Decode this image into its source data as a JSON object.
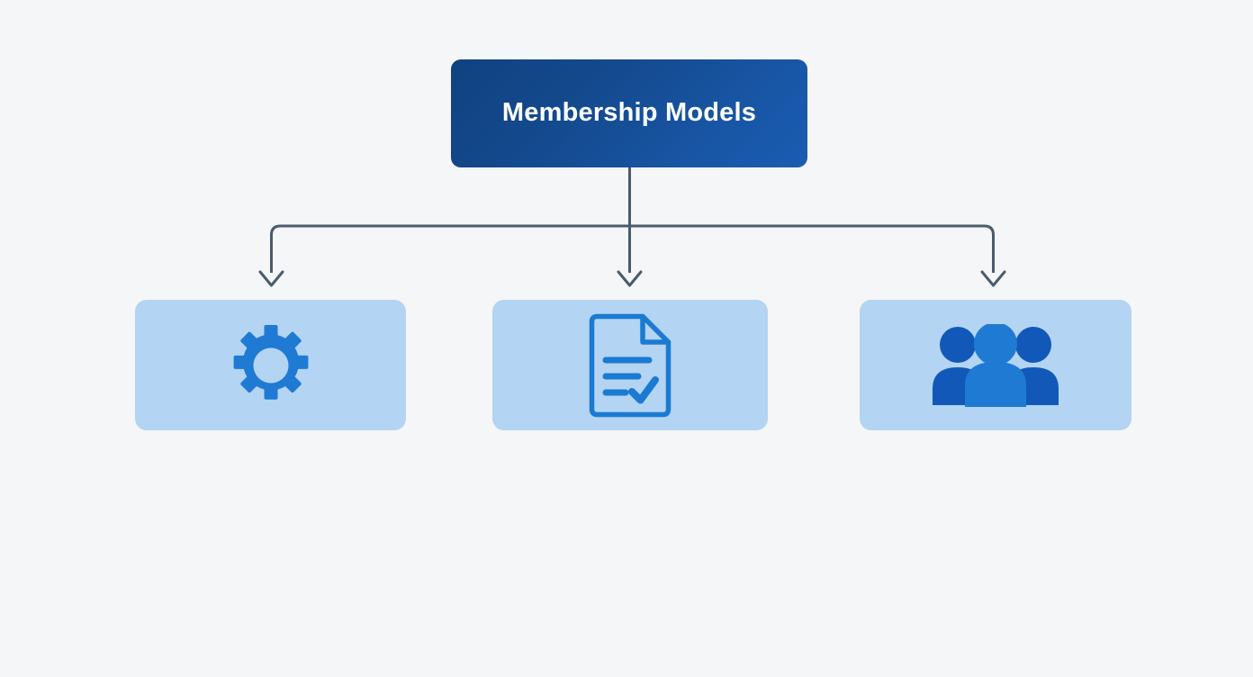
{
  "diagram": {
    "type": "hierarchy-tree",
    "background_color": "#f5f6f7",
    "root": {
      "label": "Membership Models",
      "text_color": "#ffffff",
      "gradient_from": "#0f4280",
      "gradient_to": "#1a5cb2"
    },
    "connector": {
      "color": "#4a5b6b",
      "stroke_width": 3,
      "arrow_count": 3
    },
    "branches": [
      {
        "id": "config",
        "icon": "gear-icon",
        "icon_color": "#1f7ad4",
        "card_color": "#b3d4f2"
      },
      {
        "id": "policy",
        "icon": "document-check-icon",
        "icon_color": "#1b7ad1",
        "card_color": "#b3d4f2"
      },
      {
        "id": "members",
        "icon": "people-group-icon",
        "icon_color": "#1f7ad4",
        "icon_color_side": "#1158b8",
        "card_color": "#b3d4f2"
      }
    ]
  }
}
